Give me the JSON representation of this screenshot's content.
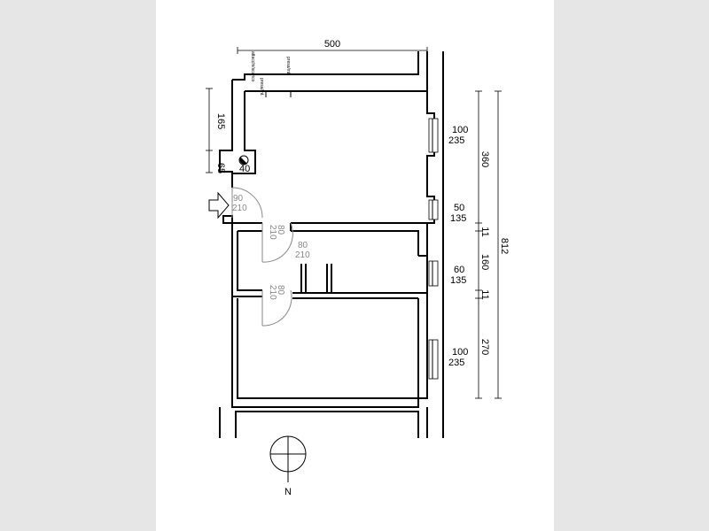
{
  "dimensions": {
    "top_width": "500",
    "entry_wall_upper": "165",
    "entry_wall_lower": "65",
    "right_room1": "360",
    "right_gap1": "11",
    "right_room2": "160",
    "right_gap2": "11",
    "right_room3": "270",
    "total_height": "812"
  },
  "windows": [
    {
      "width": "100",
      "height": "235"
    },
    {
      "width": "50",
      "height": "135"
    },
    {
      "width": "60",
      "height": "135"
    },
    {
      "width": "100",
      "height": "235"
    }
  ],
  "doors": [
    {
      "width": "90",
      "height": "210"
    },
    {
      "width": "80",
      "height": "210"
    },
    {
      "width": "80",
      "height": "210"
    },
    {
      "width": "80",
      "height": "210"
    }
  ],
  "riser": {
    "size": "40"
  },
  "notes": [
    "attacchi/scarico",
    "presa/int.",
    "presa/int."
  ],
  "compass": {
    "label": "N"
  }
}
